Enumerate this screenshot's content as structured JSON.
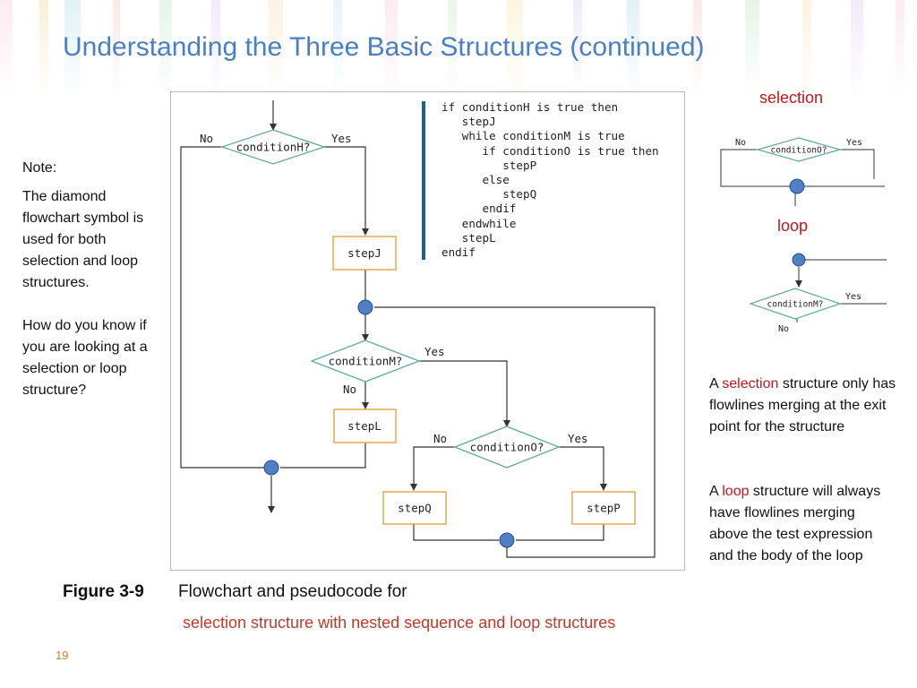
{
  "slide": {
    "title": "Understanding the Three Basic Structures (continued)",
    "page_number": "19"
  },
  "note": {
    "heading": "Note:",
    "para1": "The diamond flowchart symbol is used for both selection and loop structures.",
    "para2": "How do you know if you are looking at a selection or loop structure?"
  },
  "figure": {
    "label": "Figure 3-9",
    "caption": "Flowchart and pseudocode for",
    "caption_sub": "selection structure with nested sequence and loop structures",
    "pseudocode": [
      "if conditionH is true then",
      "   stepJ",
      "   while conditionM is true",
      "      if conditionO is true then",
      "         stepP",
      "      else",
      "         stepQ",
      "      endif",
      "   endwhile",
      "   stepL",
      "endif"
    ],
    "flowchart": {
      "conditionH": "conditionH?",
      "conditionM": "conditionM?",
      "conditionO": "conditionO?",
      "stepJ": "stepJ",
      "stepL": "stepL",
      "stepQ": "stepQ",
      "stepP": "stepP",
      "no": "No",
      "yes": "Yes"
    }
  },
  "side": {
    "selection_label": "selection",
    "loop_label": "loop",
    "mini_selection_cond": "conditionO?",
    "mini_loop_cond": "conditionM?",
    "no": "No",
    "yes": "Yes",
    "selection_desc": {
      "pre": "A ",
      "keyword": "selection",
      "post": " structure only has flowlines merging at the exit point for the structure"
    },
    "loop_desc": {
      "pre": "A ",
      "keyword": "loop",
      "post": " structure will always have flowlines merging above the test expression and the body of the loop"
    }
  },
  "colors": {
    "title": "#4a7fc1",
    "highlight": "#c0171d",
    "diamond_stroke": "#5fa8a0",
    "step_stroke": "#e39a34",
    "merge_dot": "#4f7fc5",
    "code_bar": "#1f5f8b"
  }
}
